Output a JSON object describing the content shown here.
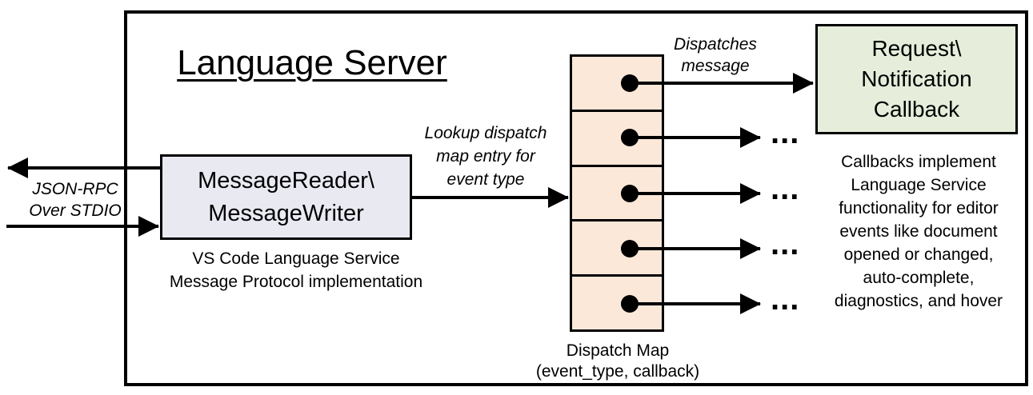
{
  "diagram": {
    "title": "Language Server",
    "io_label": "JSON-RPC\nOver STDIO",
    "reader_box": {
      "label": "MessageReader\\\nMessageWriter",
      "caption": "VS Code Language Service\nMessage Protocol implementation"
    },
    "lookup_label": "Lookup dispatch\nmap entry for\nevent type",
    "dispatches_label": "Dispatches\nmessage",
    "dispatch_map": {
      "caption": "Dispatch Map\n(event_type, callback)",
      "row_count": 5,
      "ellipsis": "..."
    },
    "callback_box": {
      "label": "Request\\\nNotification\nCallback"
    },
    "callbacks_note": "Callbacks implement\nLanguage Service\nfunctionality for editor\nevents like document\nopened or changed,\nauto-complete,\ndiagnostics, and hover"
  },
  "colors": {
    "reader-fill": "#e9e9f2",
    "cell-fill": "#fce8d9",
    "callback-fill": "#e6eedb",
    "line": "#000000"
  }
}
